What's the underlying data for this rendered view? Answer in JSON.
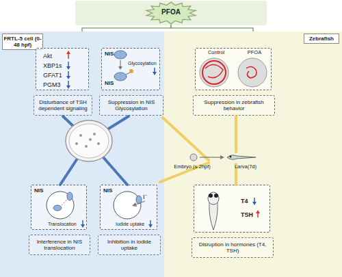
{
  "diagram": {
    "nodes": [
      {
        "text": [
          "PFOA"
        ]
      },
      {
        "text": [
          "FRTL-5 cell (0-48 hpf)"
        ]
      },
      {
        "text": [
          "Zebrafish"
        ]
      },
      {
        "text": [
          "Akt",
          "XBP1s",
          "GFAT1",
          "PGM3",
          "Disturbance of TSH dependent signaling"
        ],
        "in": 1
      },
      {
        "text": [
          "NIS",
          "Glycosylation",
          "NIS",
          "Suppression in NIS Glycosylation"
        ],
        "in": 1
      },
      {
        "text": [
          "Control",
          "PFOA",
          "Suppression in zebrafish behavior"
        ],
        "in": 2
      },
      {
        "text": [
          "NIS",
          "Translocation",
          "Interference in NIS translocation"
        ],
        "in": 1
      },
      {
        "text": [
          "NIS",
          "I⁻",
          "Iodide uptake",
          "Inhibition in iodide uptake"
        ],
        "in": 1
      },
      {
        "text": [
          "T4",
          "TSH",
          "Disruption in hormones (T4, TSH)"
        ],
        "in": 2
      }
    ],
    "edges": [
      {
        "from": 0,
        "to": 1,
        "arrow": "none"
      },
      {
        "from": 0,
        "to": 2,
        "arrow": "none"
      }
    ],
    "labels": [
      "Embryo (≤ 2hpf)",
      "Larva(7d)"
    ]
  }
}
